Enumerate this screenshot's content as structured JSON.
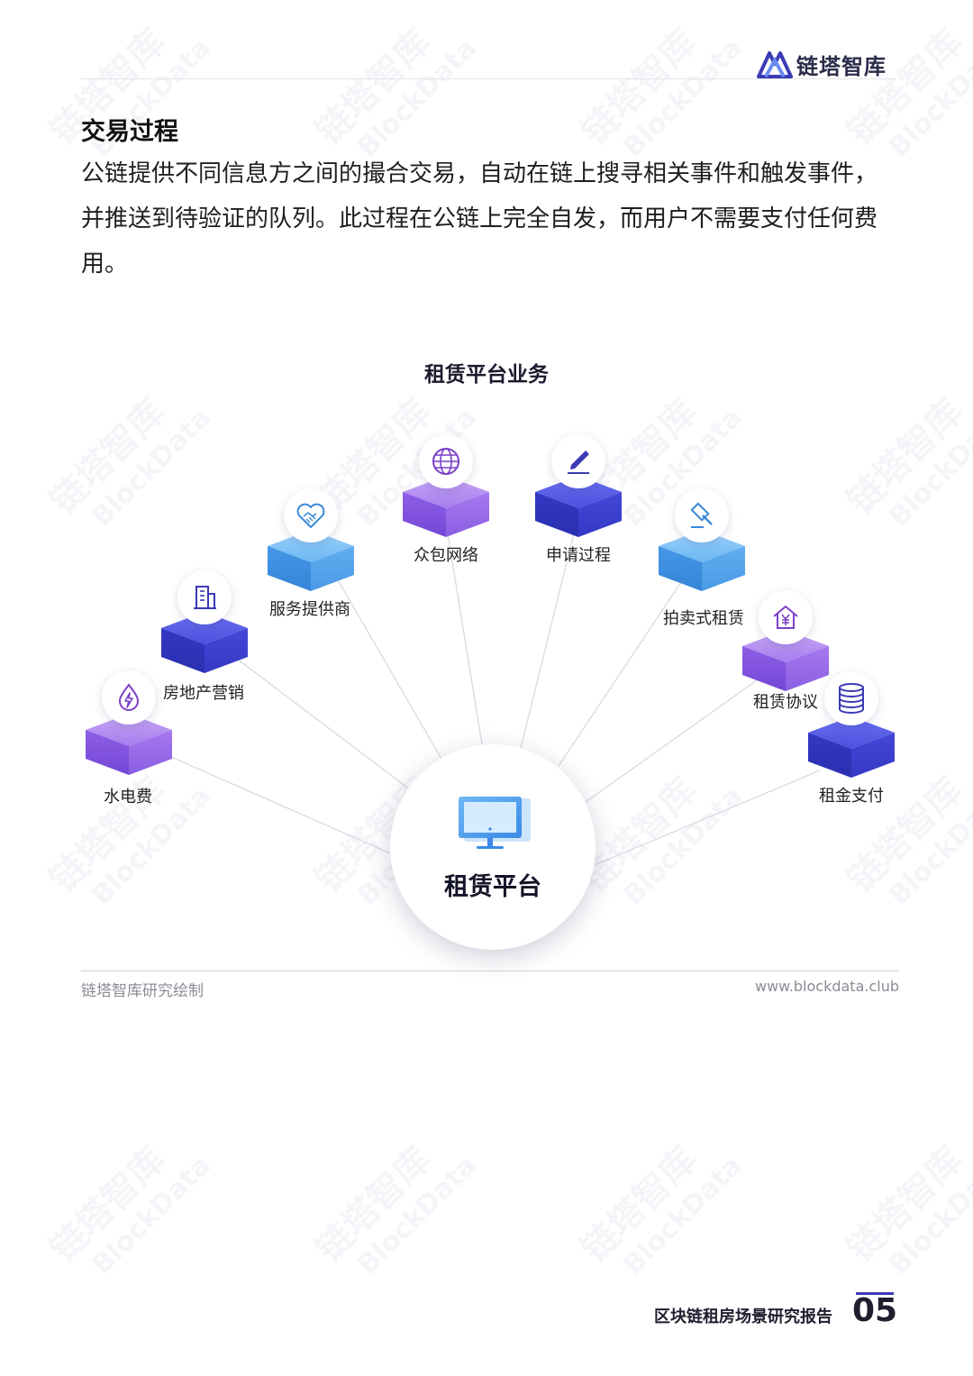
{
  "brand": {
    "name": "链塔智库"
  },
  "section": {
    "title": "交易过程",
    "body": "公链提供不同信息方之间的撮合交易，自动在链上搜寻相关事件和触发事件，并推送到待验证的队列。此过程在公链上完全自发，而用户不需要支付任何费用。"
  },
  "diagram": {
    "title": "租赁平台业务",
    "center_label": "租赁平台",
    "nodes": {
      "water": {
        "label": "水电费",
        "icon": "lightning-drop-icon"
      },
      "realestate": {
        "label": "房地产营销",
        "icon": "building-icon"
      },
      "service": {
        "label": "服务提供商",
        "icon": "handshake-heart-icon"
      },
      "crowd": {
        "label": "众包网络",
        "icon": "globe-icon"
      },
      "apply": {
        "label": "申请过程",
        "icon": "pen-sign-icon"
      },
      "auction": {
        "label": "拍卖式租赁",
        "icon": "gavel-icon"
      },
      "agreement": {
        "label": "租赁协议",
        "icon": "house-yen-icon"
      },
      "payment": {
        "label": "租金支付",
        "icon": "coin-stack-icon"
      }
    }
  },
  "source": {
    "left": "链塔智库研究绘制",
    "right": "www.blockdata.club"
  },
  "footer": {
    "report_title": "区块链租房场景研究报告",
    "page": "05"
  },
  "colors": {
    "purple": "#7b55e0",
    "blue": "#4a4fd8",
    "skyblue": "#4a9be6",
    "accent": "#3b3bb5"
  }
}
